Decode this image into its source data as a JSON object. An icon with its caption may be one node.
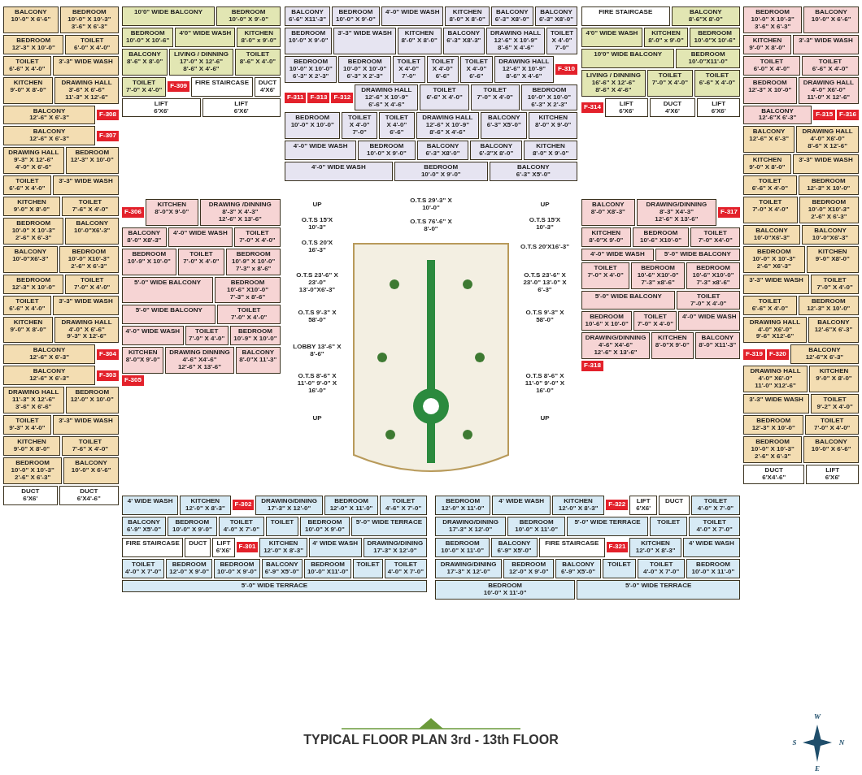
{
  "diagram": {
    "title": "TYPICAL FLOOR PLAN 3rd - 13th FLOOR",
    "nodes": [
      {
        "text": [
          "10'0\" WIDE BALCONY"
        ]
      },
      {
        "text": [
          "BEDROOM",
          "10'-0\" X 9'-0\""
        ]
      },
      {
        "text": [
          "BEDROOM",
          "10'-0\" X 10'-6\""
        ]
      },
      {
        "text": [
          "4'0\" WIDE WASH"
        ]
      },
      {
        "text": [
          "KITCHEN",
          "8'-0\" x 9'-0\""
        ]
      },
      {
        "text": [
          "BALCONY",
          "8'-6\" X 8'-0\""
        ]
      },
      {
        "text": [
          "LIVING / DINNING",
          "17'-0\" X 12'-6\"",
          "8'-6\" X 4'-6\""
        ]
      },
      {
        "text": [
          "TOILET",
          "8'-6\" X 4'-0\""
        ]
      },
      {
        "text": [
          "TOILET",
          "7'-0\" X 4'-0\""
        ]
      },
      {
        "text": [
          "F-309"
        ]
      },
      {
        "text": [
          "FIRE STAIRCASE"
        ]
      },
      {
        "text": [
          "DUCT",
          "4'X6'"
        ]
      },
      {
        "text": [
          "LIFT",
          "6'X6'"
        ]
      },
      {
        "text": [
          "LIFT",
          "6'X6'"
        ]
      },
      {
        "text": [
          "BALCONY",
          "10'-0\" X 6'-6\""
        ]
      },
      {
        "text": [
          "BEDROOM",
          "10'-0\" X 10'-3\"",
          "3'-6\" X 6'-3\""
        ]
      },
      {
        "text": [
          "BEDROOM",
          "12'-3\" X 10'-0\""
        ]
      },
      {
        "text": [
          "TOILET",
          "6'-0\" X 4'-0\""
        ]
      },
      {
        "text": [
          "TOILET",
          "6'-6\" X 4'-0\""
        ]
      },
      {
        "text": [
          "3'-3\" WIDE WASH"
        ]
      },
      {
        "text": [
          "KITCHEN",
          "9'-0\" X 8'-0\""
        ]
      },
      {
        "text": [
          "DRAWING HALL",
          "3'-6\" X 6'-6\"",
          "11'-3\" X 12'-6\""
        ]
      },
      {
        "text": [
          "BALCONY",
          "12'-6\" X 6'-3\""
        ]
      },
      {
        "text": [
          "F-308"
        ]
      },
      {
        "text": [
          "BALCONY",
          "12'-6\" X 6'-3\""
        ]
      },
      {
        "text": [
          "F-307"
        ]
      },
      {
        "text": [
          "DRAWING HALL",
          "9'-3\" X 12'-6\"",
          "4'-0\" X 6'-6\""
        ]
      },
      {
        "text": [
          "BEDROOM",
          "12'-3\" X 10'-0\""
        ]
      },
      {
        "text": [
          "TOILET",
          "6'-6\" X 4'-0\""
        ]
      },
      {
        "text": [
          "3'-3\" WIDE WASH"
        ]
      },
      {
        "text": [
          "KITCHEN",
          "9'-0\" X 8'-0\""
        ]
      },
      {
        "text": [
          "TOILET",
          "7'-6\" X 4'-0\""
        ]
      },
      {
        "text": [
          "BEDROOM",
          "10'-0\" X 10'-3\"",
          "2'-6\" X 6'-3\""
        ]
      },
      {
        "text": [
          "BALCONY",
          "10'-0\"X6'-3\""
        ]
      },
      {
        "text": [
          "BALCONY",
          "10'-0\"X6'-3\""
        ]
      },
      {
        "text": [
          "BEDROOM",
          "10'-0\" X10'-3\"",
          "2'-6\" X 6'-3\""
        ]
      },
      {
        "text": [
          "BEDROOM",
          "12'-3\" X 10'-0\""
        ]
      },
      {
        "text": [
          "TOILET",
          "7'-0\" X 4'-0\""
        ]
      },
      {
        "text": [
          "TOILET",
          "6'-6\" X 4'-0\""
        ]
      },
      {
        "text": [
          "3'-3\" WIDE WASH"
        ]
      },
      {
        "text": [
          "KITCHEN",
          "9'-0\" X 8'-0\""
        ]
      },
      {
        "text": [
          "DRAWING HALL",
          "4'-0\" X 6'-6\"",
          "9'-3\" X 12'-6\""
        ]
      },
      {
        "text": [
          "BALCONY",
          "12'-6\" X 6'-3\""
        ]
      },
      {
        "text": [
          "F-304"
        ]
      },
      {
        "text": [
          "BALCONY",
          "12'-6\" X 6'-3\""
        ]
      },
      {
        "text": [
          "F-303"
        ]
      },
      {
        "text": [
          "DRAWING HALL",
          "11'-3\" X 12'-6\"",
          "3'-6\" X 6'-6\""
        ]
      },
      {
        "text": [
          "BEDROOM",
          "12'-0\" X 10'-0\""
        ]
      },
      {
        "text": [
          "TOILET",
          "9'-3\" X 4'-0\""
        ]
      },
      {
        "text": [
          "3'-3\" WIDE WASH"
        ]
      },
      {
        "text": [
          "KITCHEN",
          "9'-0\" X 8'-0\""
        ]
      },
      {
        "text": [
          "TOILET",
          "7'-6\" X 4'-0\""
        ]
      },
      {
        "text": [
          "BEDROOM",
          "10'-0\" X 10'-3\"",
          "2'-6\" X 6'-3\""
        ]
      },
      {
        "text": [
          "BALCONY",
          "10'-0\" X 6'-6\""
        ]
      },
      {
        "text": [
          "DUCT",
          "6'X6'"
        ]
      },
      {
        "text": [
          "DUCT",
          "6'X4'-6\""
        ]
      },
      {
        "text": [
          "F-306"
        ]
      },
      {
        "text": [
          "KITCHEN",
          "8'-0\"X 9'-0\""
        ]
      },
      {
        "text": [
          "DRAWING /DINNING",
          "8'-3\" X 4'-3\"",
          "12'-6\" X 13'-6\""
        ]
      },
      {
        "text": [
          "BALCONY",
          "8'-0\" X8'-3\""
        ]
      },
      {
        "text": [
          "4'-0\" WIDE WASH"
        ]
      },
      {
        "text": [
          "TOILET",
          "7'-0\" X 4'-0\""
        ]
      },
      {
        "text": [
          "BEDROOM",
          "10'-9\" X 10'-0\""
        ]
      },
      {
        "text": [
          "TOILET",
          "7'-0\" X 4'-0\""
        ]
      },
      {
        "text": [
          "BEDROOM",
          "10'-9\" X 10'-0\"",
          "7'-3\" x 8'-6\""
        ]
      },
      {
        "text": [
          "5'-0\" WIDE BALCONY"
        ]
      },
      {
        "text": [
          "BEDROOM",
          "10'-6\" X10'-0\"",
          "7'-3\" x 8'-6\""
        ]
      },
      {
        "text": [
          "5'-0\" WIDE BALCONY"
        ]
      },
      {
        "text": [
          "TOILET",
          "7'-0\" X 4'-0\""
        ]
      },
      {
        "text": [
          "4'-0\" WIDE WASH"
        ]
      },
      {
        "text": [
          "TOILET",
          "7'-0\" X 4'-0\""
        ]
      },
      {
        "text": [
          "BEDROOM",
          "10'-9\" X 10'-0\""
        ]
      },
      {
        "text": [
          "KITCHEN",
          "8'-0\"X 9'-0\""
        ]
      },
      {
        "text": [
          "DRAWING DINNING",
          "4'-6\" X4'-6\"",
          "12'-6\" X 13'-6\""
        ]
      },
      {
        "text": [
          "BALCONY",
          "8'-0\"X 11'-3\""
        ]
      },
      {
        "text": [
          "F-305"
        ]
      },
      {
        "text": [
          "BALCONY",
          "6'-6\" X11'-3\""
        ]
      },
      {
        "text": [
          "BEDROOM",
          "10'-0\" X 9'-0\""
        ]
      },
      {
        "text": [
          "4'-0\" WIDE WASH"
        ]
      },
      {
        "text": [
          "KITCHEN",
          "8'-0\" X 8'-0\""
        ]
      },
      {
        "text": [
          "BALCONY",
          "6'-3\" X8'-0\""
        ]
      },
      {
        "text": [
          "BALCONY",
          "6'-3\" X8'-0\""
        ]
      },
      {
        "text": [
          "BEDROOM",
          "10'-0\" X 9'-0\""
        ]
      },
      {
        "text": [
          "3'-3\" WIDE WASH"
        ]
      },
      {
        "text": [
          "KITCHEN",
          "8'-0\" X 8'-0\""
        ]
      },
      {
        "text": [
          "BALCONY",
          "6'-3\" X8'-3\""
        ]
      },
      {
        "text": [
          "DRAWING HALL",
          "12'-6\" X 10'-9\"",
          "8'-6\" X 4'-6\""
        ]
      },
      {
        "text": [
          "TOILET",
          "X 4'-0\"",
          "7'-0\""
        ]
      },
      {
        "text": [
          "BEDROOM",
          "10'-0\" X 10'-0\"",
          "6'-3\" X 2'-3\""
        ]
      },
      {
        "text": [
          "BEDROOM",
          "10'-0\" X 10'-0\"",
          "6'-3\" X 2'-3\""
        ]
      },
      {
        "text": [
          "TOILET",
          "X 4'-0\"",
          "7'-0\""
        ]
      },
      {
        "text": [
          "TOILET",
          "X 4'-0\"",
          "6'-6\""
        ]
      },
      {
        "text": [
          "TOILET",
          "X 4'-0\"",
          "6'-6\""
        ]
      },
      {
        "text": [
          "DRAWING HALL",
          "12'-6\" X 10'-9\"",
          "8'-6\" X 4'-6\""
        ]
      },
      {
        "text": [
          "F-310"
        ]
      },
      {
        "text": [
          "F-311"
        ]
      },
      {
        "text": [
          "F-313"
        ]
      },
      {
        "text": [
          "F-312"
        ]
      },
      {
        "text": [
          "DRAWING HALL",
          "12'-6\" X 10'-9\"",
          "6'-6\" X 4'-6\""
        ]
      },
      {
        "text": [
          "TOILET",
          "6'-6\" X 4'-0\""
        ]
      },
      {
        "text": [
          "TOILET",
          "7'-0\" X 4'-0\""
        ]
      },
      {
        "text": [
          "BEDROOM",
          "10'-0\" X 10'-0\"",
          "6'-3\" X 2'-3\""
        ]
      },
      {
        "text": [
          "BEDROOM",
          "10'-0\" X 10'-0\""
        ]
      },
      {
        "text": [
          "TOILET",
          "X 4'-0\"",
          "7'-0\""
        ]
      },
      {
        "text": [
          "TOILET",
          "X 4'-0\"",
          "6'-6\""
        ]
      },
      {
        "text": [
          "DRAWING HALL",
          "12'-6\" X 10'-9\"",
          "8'-6\" X 4'-6\""
        ]
      },
      {
        "text": [
          "BALCONY",
          "6'-3\" X5'-0\""
        ]
      },
      {
        "text": [
          "KITCHEN",
          "8'-0\" X 9'-0\""
        ]
      },
      {
        "text": [
          "4'-0\" WIDE WASH"
        ]
      },
      {
        "text": [
          "BEDROOM",
          "10'-0\" X 9'-0\""
        ]
      },
      {
        "text": [
          "BALCONY",
          "6'-3\" X8'-0\""
        ]
      },
      {
        "text": [
          "BALCONY",
          "6'-3\"X 8'-0\""
        ]
      },
      {
        "text": [
          "KITCHEN",
          "8'-0\" X 9'-0\""
        ]
      },
      {
        "text": [
          "4'-0\" WIDE WASH"
        ]
      },
      {
        "text": [
          "BEDROOM",
          "10'-0\" X 9'-0\""
        ]
      },
      {
        "text": [
          "BALCONY",
          "6'-3\" X5'-0\""
        ]
      },
      {
        "text": [
          "FIRE STAIRCASE"
        ]
      },
      {
        "text": [
          "BALCONY",
          "8'-6\"X 8'-0\""
        ]
      },
      {
        "text": [
          "4'0\" WIDE WASH"
        ]
      },
      {
        "text": [
          "KITCHEN",
          "8'-0\" x 9'-0\""
        ]
      },
      {
        "text": [
          "BEDROOM",
          "10'-0\"X 10'-6\""
        ]
      },
      {
        "text": [
          "10'0\" WIDE BALCONY"
        ]
      },
      {
        "text": [
          "BEDROOM",
          "10'-0\"X11'-0\""
        ]
      },
      {
        "text": [
          "LIVING / DINNING",
          "16'-6\" X 12'-6\"",
          "8'-6\" X 4'-6\""
        ]
      },
      {
        "text": [
          "TOILET",
          "7'-0\" X 4'-0\""
        ]
      },
      {
        "text": [
          "TOILET",
          "6'-6\" X 4'-0\""
        ]
      },
      {
        "text": [
          "F-314"
        ]
      },
      {
        "text": [
          "LIFT",
          "6'X6'"
        ]
      },
      {
        "text": [
          "DUCT",
          "4'X6'"
        ]
      },
      {
        "text": [
          "LIFT",
          "6'X6'"
        ]
      },
      {
        "text": [
          "BEDROOM",
          "10'-0\" X 10'-3\"",
          "3'-6\" X 6'-3\""
        ]
      },
      {
        "text": [
          "BALCONY",
          "10'-0\" X 6'-6\""
        ]
      },
      {
        "text": [
          "KITCHEN",
          "9'-0\" X 8'-0\""
        ]
      },
      {
        "text": [
          "3'-3\" WIDE WASH"
        ]
      },
      {
        "text": [
          "TOILET",
          "6'-0\" X 4'-0\""
        ]
      },
      {
        "text": [
          "TOILET",
          "6'-6\" X 4'-0\""
        ]
      },
      {
        "text": [
          "BEDROOM",
          "12'-3\" X 10'-0\""
        ]
      },
      {
        "text": [
          "DRAWING HALL",
          "4'-0\" X6'-0\"",
          "11'-0\" X 12'-6\""
        ]
      },
      {
        "text": [
          "BALCONY",
          "12'-6\"X 6'-3\""
        ]
      },
      {
        "text": [
          "F-315"
        ]
      },
      {
        "text": [
          "F-316"
        ]
      },
      {
        "text": [
          "BALCONY",
          "12'-6\" X 6'-3\""
        ]
      },
      {
        "text": [
          "DRAWING HALL",
          "4'-0\" X6'-0\"",
          "8'-6\" X 12'-6\""
        ]
      },
      {
        "text": [
          "KITCHEN",
          "9'-0\" X 8'-0\""
        ]
      },
      {
        "text": [
          "3'-3\" WIDE WASH"
        ]
      },
      {
        "text": [
          "TOILET",
          "6'-6\" X 4'-0\""
        ]
      },
      {
        "text": [
          "BEDROOM",
          "12'-3\" X 10'-0\""
        ]
      },
      {
        "text": [
          "TOILET",
          "7'-0\" X 4'-0\""
        ]
      },
      {
        "text": [
          "BEDROOM",
          "10'-0\" X10'-3\"",
          "2'-6\" X 6'-3\""
        ]
      },
      {
        "text": [
          "BALCONY",
          "10'-0\"X6'-3\""
        ]
      },
      {
        "text": [
          "BALCONY",
          "10'-0\"X6'-3\""
        ]
      },
      {
        "text": [
          "BEDROOM",
          "10'-0\" X 10'-3\"",
          "2'-6\" X6'-3\""
        ]
      },
      {
        "text": [
          "KITCHEN",
          "9'-0\" X8'-0\""
        ]
      },
      {
        "text": [
          "3'-3\" WIDE WASH"
        ]
      },
      {
        "text": [
          "TOILET",
          "7'-0\" X 4'-0\""
        ]
      },
      {
        "text": [
          "TOILET",
          "6'-6\" X 4'-0\""
        ]
      },
      {
        "text": [
          "BEDROOM",
          "12'-3\" X 10'-0\""
        ]
      },
      {
        "text": [
          "DRAWING HALL",
          "4'-0\" X6'-0\"",
          "9'-6\" X12'-6\""
        ]
      },
      {
        "text": [
          "BALCONY",
          "12'-6\"X 6'-3\""
        ]
      },
      {
        "text": [
          "F-319"
        ]
      },
      {
        "text": [
          "F-320"
        ]
      },
      {
        "text": [
          "BALCONY",
          "12'-6\"X 6'-3\""
        ]
      },
      {
        "text": [
          "DRAWING HALL",
          "4'-0\" X6'-0\"",
          "11'-0\" X12'-6\""
        ]
      },
      {
        "text": [
          "KITCHEN",
          "9'-0\" X 8'-0\""
        ]
      },
      {
        "text": [
          "3'-3\" WIDE WASH"
        ]
      },
      {
        "text": [
          "TOILET",
          "9'-2\" X 4'-0\""
        ]
      },
      {
        "text": [
          "BEDROOM",
          "12'-3\" X 10'-0\""
        ]
      },
      {
        "text": [
          "TOILET",
          "7'-0\" X 4'-0\""
        ]
      },
      {
        "text": [
          "BEDROOM",
          "10'-0\" X 10'-3\"",
          "2'-6\" X 6'-3\""
        ]
      },
      {
        "text": [
          "BALCONY",
          "10'-0\" X 6'-6\""
        ]
      },
      {
        "text": [
          "DUCT",
          "6'X4'-6\""
        ]
      },
      {
        "text": [
          "LIFT",
          "6'X6'"
        ]
      },
      {
        "text": [
          "BALCONY",
          "8'-0\" X8'-3\""
        ]
      },
      {
        "text": [
          "DRAWING/DINNING",
          "8'-3\" X4'-3\"",
          "12'-6\" X 13'-6\""
        ]
      },
      {
        "text": [
          "F-317"
        ]
      },
      {
        "text": [
          "KITCHEN",
          "8'-0\"X 9'-0\""
        ]
      },
      {
        "text": [
          "BEDROOM",
          "10'-6\" X10'-0\""
        ]
      },
      {
        "text": [
          "TOILET",
          "7'-0\" X4'-0\""
        ]
      },
      {
        "text": [
          "4'-0\" WIDE WASH"
        ]
      },
      {
        "text": [
          "5'-0\" WIDE BALCONY"
        ]
      },
      {
        "text": [
          "TOILET",
          "7'-0\" X 4'-0\""
        ]
      },
      {
        "text": [
          "BEDROOM",
          "10'-6\" X10'-0\"",
          "7'-3\" x8'-6\""
        ]
      },
      {
        "text": [
          "BEDROOM",
          "10'-6\" X10'-0\"",
          "7'-3\" x8'-6\""
        ]
      },
      {
        "text": [
          "5'-0\" WIDE BALCONY"
        ]
      },
      {
        "text": [
          "TOILET",
          "7'-0\" X 4'-0\""
        ]
      },
      {
        "text": [
          "BEDROOM",
          "10'-6\" X 10'-0\""
        ]
      },
      {
        "text": [
          "TOILET",
          "7'-0\" X 4'-0\""
        ]
      },
      {
        "text": [
          "4'-0\" WIDE WASH"
        ]
      },
      {
        "text": [
          "DRAWING/DINNING",
          "4'-6\" X4'-6\"",
          "12'-6\" X 13'-6\""
        ]
      },
      {
        "text": [
          "KITCHEN",
          "8'-0\"X 9'-0\""
        ]
      },
      {
        "text": [
          "BALCONY",
          "8'-0\" X11'-3\""
        ]
      },
      {
        "text": [
          "F-318"
        ]
      },
      {
        "text": [
          "4' WIDE WASH"
        ]
      },
      {
        "text": [
          "KITCHEN",
          "12'-0\" X 8'-3\""
        ]
      },
      {
        "text": [
          "F-302"
        ]
      },
      {
        "text": [
          "DRAWING/DINING",
          "17'-3\" X 12'-0\""
        ]
      },
      {
        "text": [
          "BEDROOM",
          "12'-0\" X 11'-0\""
        ]
      },
      {
        "text": [
          "TOILET",
          "4'-6\" X 7'-0\""
        ]
      },
      {
        "text": [
          "BALCONY",
          "6'-9\" X5'-0\""
        ]
      },
      {
        "text": [
          "BEDROOM",
          "10'-0\" X 9'-0\""
        ]
      },
      {
        "text": [
          "TOILET",
          "4'-0\" X 7'-0\""
        ]
      },
      {
        "text": [
          "TOILET"
        ]
      },
      {
        "text": [
          "BEDROOM",
          "10'-0\" X 9'-0\""
        ]
      },
      {
        "text": [
          "5'-0\" WIDE TERRACE"
        ]
      },
      {
        "text": [
          "FIRE STAIRCASE"
        ]
      },
      {
        "text": [
          "DUCT"
        ]
      },
      {
        "text": [
          "LIFT",
          "6'X6'"
        ]
      },
      {
        "text": [
          "F-301"
        ]
      },
      {
        "text": [
          "KITCHEN",
          "12'-0\" X 8'-3\""
        ]
      },
      {
        "text": [
          "4' WIDE WASH"
        ]
      },
      {
        "text": [
          "DRAWING/DINING",
          "17'-3\" X 12'-0\""
        ]
      },
      {
        "text": [
          "TOILET",
          "4'-0\" X 7'-0\""
        ]
      },
      {
        "text": [
          "BEDROOM",
          "12'-0\" X 9'-0\""
        ]
      },
      {
        "text": [
          "BEDROOM",
          "10'-0\" X 9'-0\""
        ]
      },
      {
        "text": [
          "BALCONY",
          "6'-9\" X5'-0\""
        ]
      },
      {
        "text": [
          "BEDROOM",
          "10'-0\" X11'-0\""
        ]
      },
      {
        "text": [
          "TOILET"
        ]
      },
      {
        "text": [
          "TOILET",
          "4'-0\" X 7'-0\""
        ]
      },
      {
        "text": [
          "5'-0\" WIDE TERRACE"
        ]
      },
      {
        "text": [
          "BEDROOM",
          "12'-0\" X 11'-0\""
        ]
      },
      {
        "text": [
          "4' WIDE WASH"
        ]
      },
      {
        "text": [
          "KITCHEN",
          "12'-0\" X 8'-3\""
        ]
      },
      {
        "text": [
          "F-322"
        ]
      },
      {
        "text": [
          "LIFT",
          "6'X6'"
        ]
      },
      {
        "text": [
          "DUCT"
        ]
      },
      {
        "text": [
          "TOILET",
          "4'-0\" X 7'-0\""
        ]
      },
      {
        "text": [
          "DRAWING/DINING",
          "17'-3\" X 12'-0\""
        ]
      },
      {
        "text": [
          "BEDROOM",
          "10'-0\" X 11'-0\""
        ]
      },
      {
        "text": [
          "5'-0\" WIDE TERRACE"
        ]
      },
      {
        "text": [
          "TOILET"
        ]
      },
      {
        "text": [
          "TOILET",
          "4'-0\" X 7'-0\""
        ]
      },
      {
        "text": [
          "BEDROOM",
          "10'-0\" X 11'-0\""
        ]
      },
      {
        "text": [
          "BALCONY",
          "6'-9\" X5'-0\""
        ]
      },
      {
        "text": [
          "FIRE STAIRCASE"
        ]
      },
      {
        "text": [
          "F-321"
        ]
      },
      {
        "text": [
          "KITCHEN",
          "12'-0\" X 8'-3\""
        ]
      },
      {
        "text": [
          "4' WIDE WASH"
        ]
      },
      {
        "text": [
          "DRAWING/DINING",
          "17'-3\" X 12'-0\""
        ]
      },
      {
        "text": [
          "BEDROOM",
          "12'-0\" X 9'-0\""
        ]
      },
      {
        "text": [
          "BALCONY",
          "6'-9\" X5'-0\""
        ]
      },
      {
        "text": [
          "TOILET"
        ]
      },
      {
        "text": [
          "TOILET",
          "4'-0\" X 7'-0\""
        ]
      },
      {
        "text": [
          "BEDROOM",
          "10'-0\" X 11'-0\""
        ]
      },
      {
        "text": [
          "BEDROOM",
          "10'-0\" X 11'-0\""
        ]
      },
      {
        "text": [
          "5'-0\" WIDE TERRACE"
        ]
      }
    ],
    "labels": [
      "UP",
      "O.T.S 15'X 10'-3\"",
      "O.T.S 20'X 16'-3\"",
      "O.T.S 29'-3\" X 10'-0\"",
      "O.T.S 76'-6\" X 8'-0\"",
      "UP",
      "O.T.S 15'X 10'-3\"",
      "O.T.S 20'X16'-3\"",
      "O.T.S 23'-6\" X 23'-0\" 13'-0\"X6'-3\"",
      "O.T.S 9'-3\" X 58'-0\"",
      "O.T.S 9'-3\" X 58'-0\"",
      "O.T.S 23'-6\" X 23'-0\" 13'-0\" X 6'-3\"",
      "LOBBY 13'-6\" X 8'-6\"",
      "O.T.S 8'-6\" X 11'-0\" 9'-0\" X 16'-0\"",
      "O.T.S 8'-6\" X 11'-0\" 9'-0\" X 16'-0\"",
      "UP",
      "UP",
      "W",
      "S",
      "N",
      "E"
    ]
  }
}
